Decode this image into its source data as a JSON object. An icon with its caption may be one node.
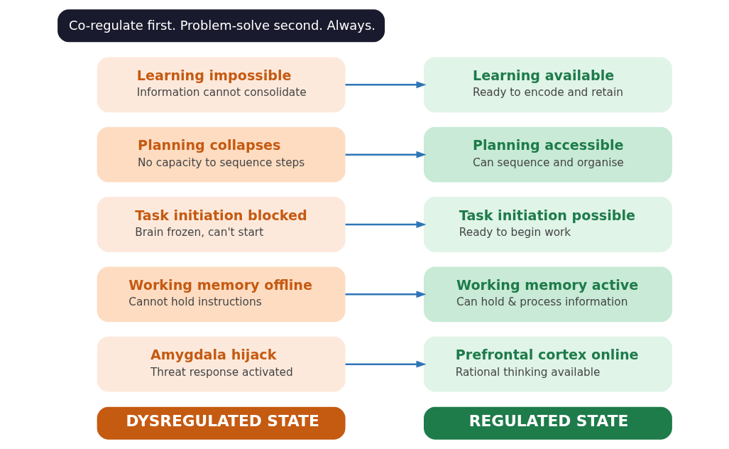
{
  "diagram": {
    "nodes": [
      {
        "text": [
          "DYSREGULATED STATE"
        ]
      },
      {
        "text": [
          "REGULATED STATE"
        ]
      },
      {
        "text": [
          "Amygdala hijack",
          "Threat response activated"
        ]
      },
      {
        "text": [
          "Prefrontal cortex online",
          "Rational thinking available"
        ]
      },
      {
        "text": [
          "Working memory offline",
          "Cannot hold instructions"
        ]
      },
      {
        "text": [
          "Working memory active",
          "Can hold & process information"
        ]
      },
      {
        "text": [
          "Task initiation blocked",
          "Brain frozen, can't start"
        ]
      },
      {
        "text": [
          "Task initiation possible",
          "Ready to begin work"
        ]
      },
      {
        "text": [
          "Planning collapses",
          "No capacity to sequence steps"
        ]
      },
      {
        "text": [
          "Planning accessible",
          "Can sequence and organise"
        ]
      },
      {
        "text": [
          "Learning impossible",
          "Information cannot consolidate"
        ]
      },
      {
        "text": [
          "Learning available",
          "Ready to encode and retain"
        ]
      },
      {
        "text": [
          "Co-regulate first. Problem-solve second. Always."
        ]
      }
    ],
    "edges": [
      {
        "from": 2,
        "to": 3,
        "arrow": "to"
      },
      {
        "from": 4,
        "to": 5,
        "arrow": "to"
      },
      {
        "from": 6,
        "to": 7,
        "arrow": "to"
      },
      {
        "from": 8,
        "to": 9,
        "arrow": "to"
      },
      {
        "from": 10,
        "to": 11,
        "arrow": "to"
      }
    ]
  }
}
